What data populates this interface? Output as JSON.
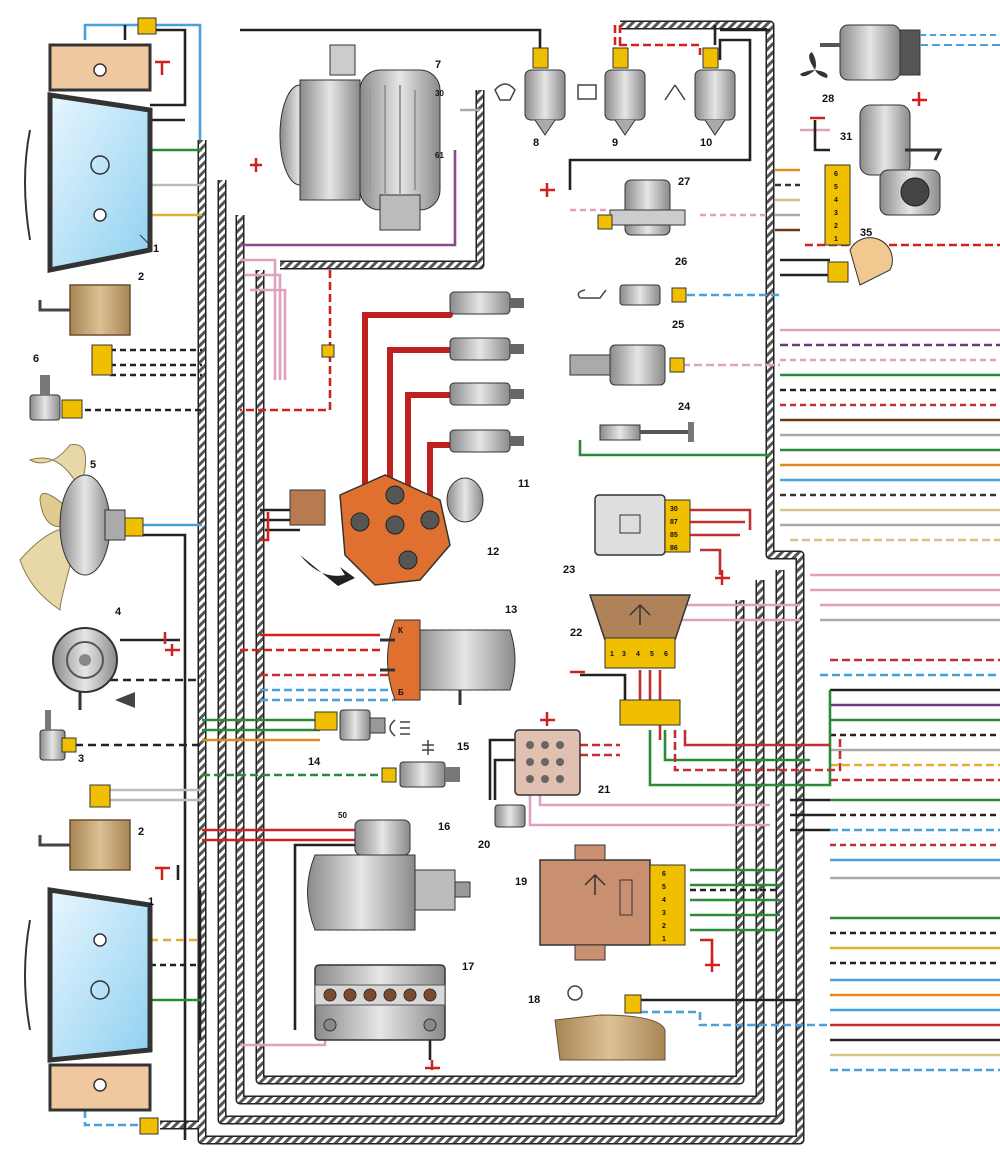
{
  "components": {
    "headlight_top": "1",
    "headlight_bottom": "1",
    "fog_lamp_top": "2",
    "fog_lamp_bottom": "2",
    "sensor_3": "3",
    "horn": "4",
    "fan": "5",
    "sensor_6": "6",
    "alternator": "7",
    "switch_8": "8",
    "switch_9": "9",
    "switch_10": "10",
    "spark_plug": "11",
    "distributor": "12",
    "ignition_coil": "13",
    "switch_14": "14",
    "sensor_15": "15",
    "starter": "16",
    "battery": "17",
    "washer_reservoir": "18",
    "relay_block_19": "19",
    "sensor_20": "20",
    "relay_block_21": "21",
    "relay_22": "22",
    "relay_23": "23",
    "sensor_24": "24",
    "sensor_25": "25",
    "sensor_26": "26",
    "solenoid_27": "27",
    "fan_motor_28": "28",
    "wiper_motor_31": "31",
    "lamp_35": "35"
  },
  "terminals": {
    "alt_30": "30",
    "alt_61": "61",
    "coil_k": "К",
    "coil_b": "Б",
    "starter_50": "50",
    "relay23_pins": [
      "30",
      "87",
      "85",
      "86"
    ],
    "relay22_pins": [
      "1",
      "3",
      "4",
      "5",
      "6"
    ],
    "wiper_pins": [
      "6",
      "5",
      "4",
      "3",
      "2",
      "1"
    ],
    "block19_pins": [
      "6",
      "5",
      "4",
      "3",
      "2",
      "1"
    ]
  }
}
